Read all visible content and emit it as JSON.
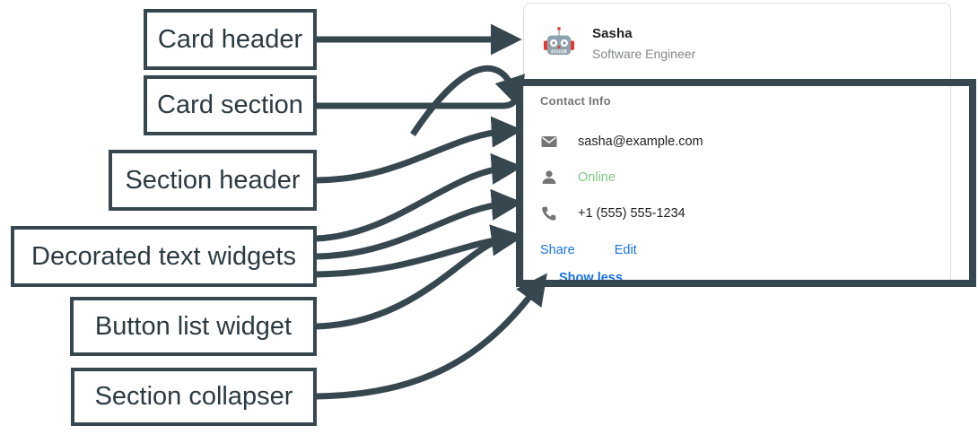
{
  "annotations": [
    {
      "key": "card-header",
      "label": "Card header"
    },
    {
      "key": "card-section",
      "label": "Card section"
    },
    {
      "key": "section-header",
      "label": "Section header"
    },
    {
      "key": "decorated-text",
      "label": "Decorated text widgets"
    },
    {
      "key": "button-list",
      "label": "Button list widget"
    },
    {
      "key": "section-collapser",
      "label": "Section collapser"
    }
  ],
  "annotation_labels": {
    "card_header": "Card header",
    "card_section": "Card section",
    "section_header": "Section header",
    "decorated_text_widgets": "Decorated text widgets",
    "button_list_widget": "Button list widget",
    "section_collapser": "Section collapser"
  },
  "card": {
    "header": {
      "avatar_icon": "robot-avatar-icon",
      "title": "Sasha",
      "subtitle": "Software Engineer"
    },
    "section": {
      "header": "Contact Info",
      "rows": [
        {
          "icon": "email-icon",
          "text": "sasha@example.com",
          "color": "#202124"
        },
        {
          "icon": "person-icon",
          "text": "Online",
          "color": "#81C784"
        },
        {
          "icon": "phone-icon",
          "text": "+1 (555) 555-1234",
          "color": "#202124"
        }
      ],
      "buttons": [
        {
          "label": "Share"
        },
        {
          "label": "Edit"
        }
      ],
      "collapser": "Show less"
    }
  },
  "colors": {
    "annotation_stroke": "#37474F",
    "annotation_text": "#2B3A42",
    "card_border": "#DADCE0",
    "link_blue": "#1A73E8",
    "status_green": "#81C784",
    "muted_grey": "#80868B",
    "icon_grey": "#757575",
    "primary_text": "#202124",
    "avatar_body": "#8FA3AD",
    "avatar_accent": "#E5392F"
  }
}
